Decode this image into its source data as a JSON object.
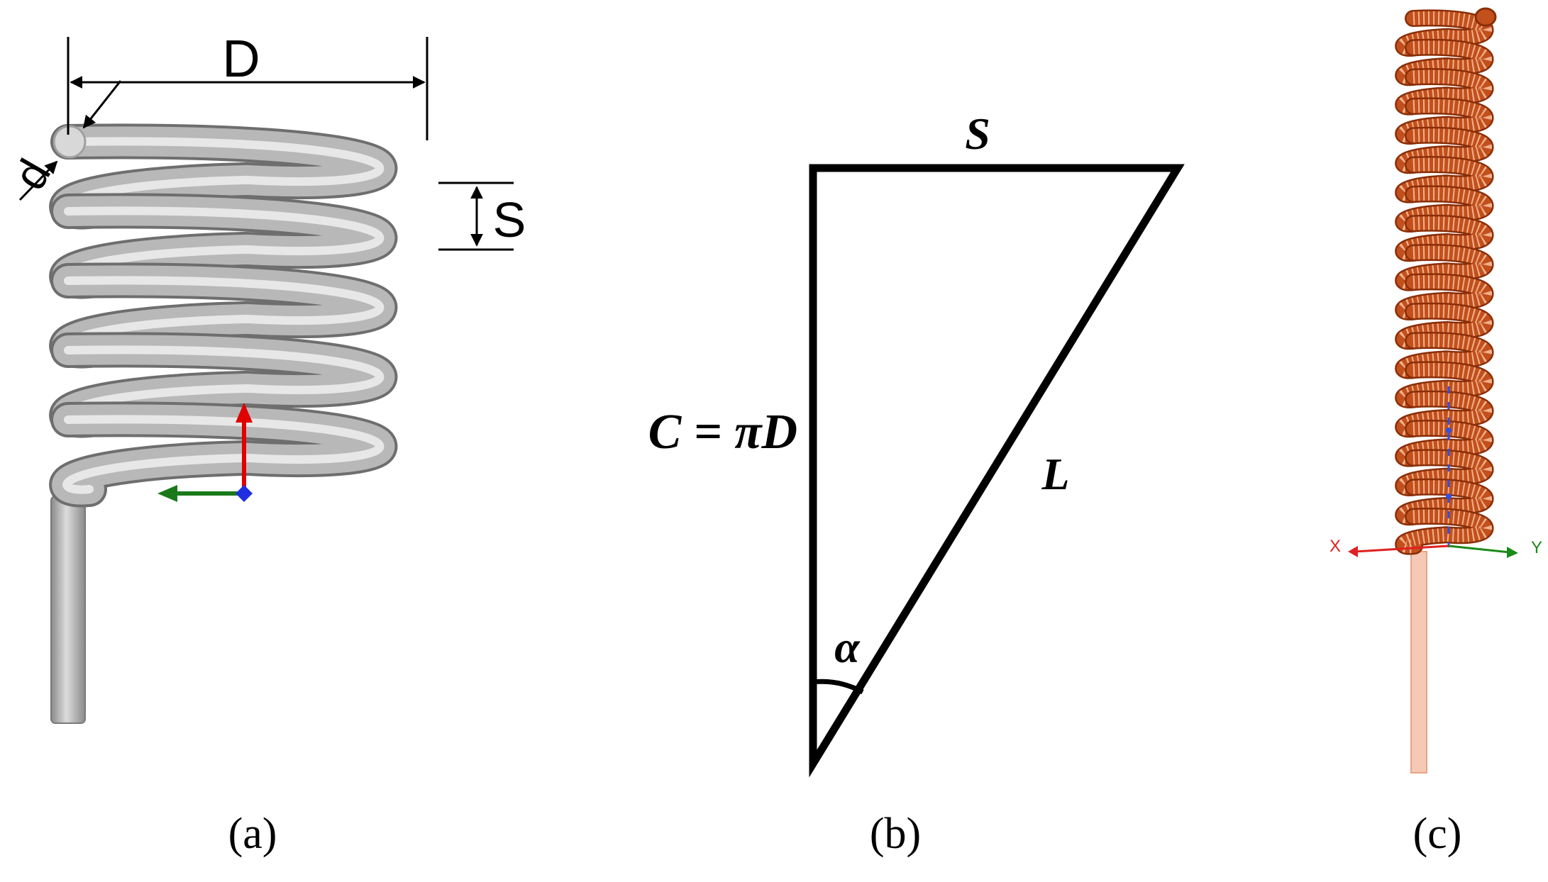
{
  "panel_a": {
    "label_D": "D",
    "label_d": "d",
    "label_S": "S",
    "caption": "(a)",
    "colors": {
      "coil": "#b8b8b8",
      "axis_red": "#e00000",
      "axis_green": "#1a7a1a",
      "axis_blue": "#1f2fe0"
    },
    "turns": 5
  },
  "panel_b": {
    "label_S": "S",
    "label_C": "C = πD",
    "label_L": "L",
    "label_alpha": "α",
    "caption": "(b)"
  },
  "panel_c": {
    "axis_x": "X",
    "axis_y": "Y",
    "caption": "(c)",
    "colors": {
      "coil": "#c2501c",
      "stem": "#f6c9b6"
    },
    "turns": 18
  }
}
